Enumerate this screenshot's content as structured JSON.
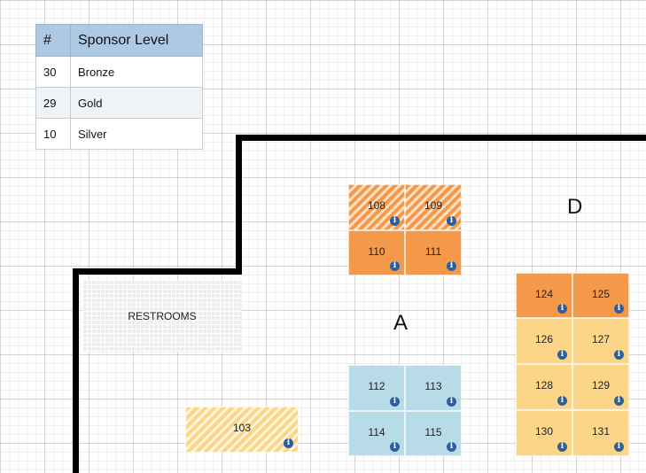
{
  "legend": {
    "headers": {
      "num": "#",
      "level": "Sponsor Level"
    },
    "rows": [
      {
        "num": "30",
        "level": "Bronze"
      },
      {
        "num": "29",
        "level": "Gold"
      },
      {
        "num": "10",
        "level": "Silver"
      }
    ]
  },
  "areas": {
    "restrooms": "RESTROOMS"
  },
  "sections": {
    "a": "A",
    "d": "D"
  },
  "booths": {
    "b108": "108",
    "b109": "109",
    "b110": "110",
    "b111": "111",
    "b112": "112",
    "b113": "113",
    "b114": "114",
    "b115": "115",
    "b103": "103",
    "b124": "124",
    "b125": "125",
    "b126": "126",
    "b127": "127",
    "b128": "128",
    "b129": "129",
    "b130": "130",
    "b131": "131"
  },
  "colors": {
    "bronze": "#fbd688",
    "gold": "#f4994a",
    "silver": "#b7dce8",
    "header": "#adc9e3",
    "info": "#2f5f9a",
    "wall": "#000000"
  },
  "icons": {
    "booth_info": "info-icon"
  }
}
